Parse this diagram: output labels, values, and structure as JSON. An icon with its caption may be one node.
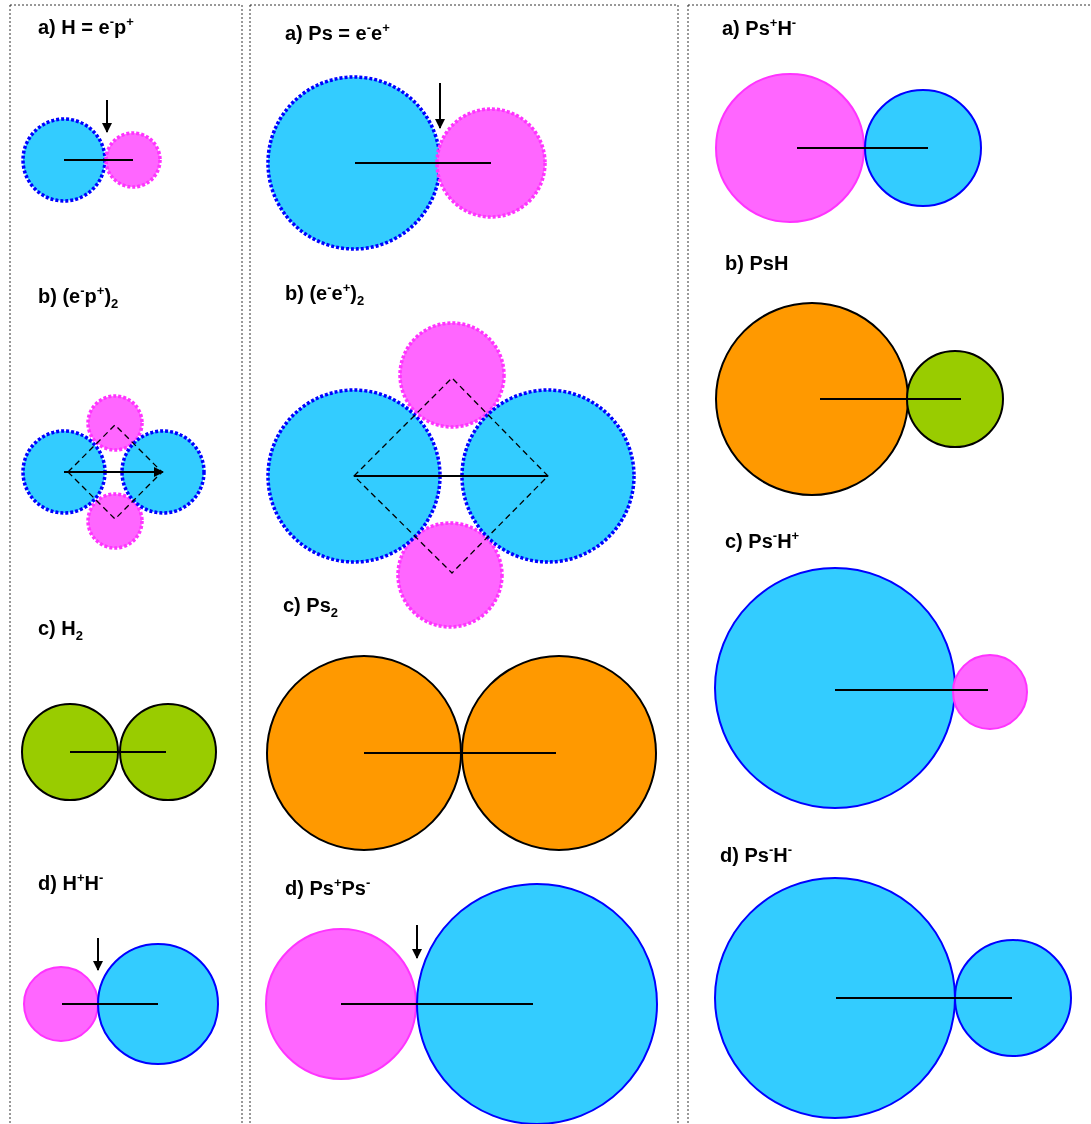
{
  "diagram": {
    "labels": [
      "a) H = e$^{-}$p$^{+}$",
      "b) (e$^{-}$p$^{+}$)$_{2}$",
      "c) H$_{2}$",
      "d) H$^{+}$H$^{-}$",
      "a) Ps = e$^{-}$e$^{+}$",
      "b) (e$^{-}$e$^{+}$)$_{2}$",
      "c) Ps$_{2}$",
      "d) Ps$^{+}$Ps$^{-}$",
      "a) Ps$^{+}$H$^{-}$",
      "b) PsH",
      "c) Ps$^{-}$H$^{+}$",
      "d) Ps$^{-}$H$^{-}$"
    ]
  }
}
